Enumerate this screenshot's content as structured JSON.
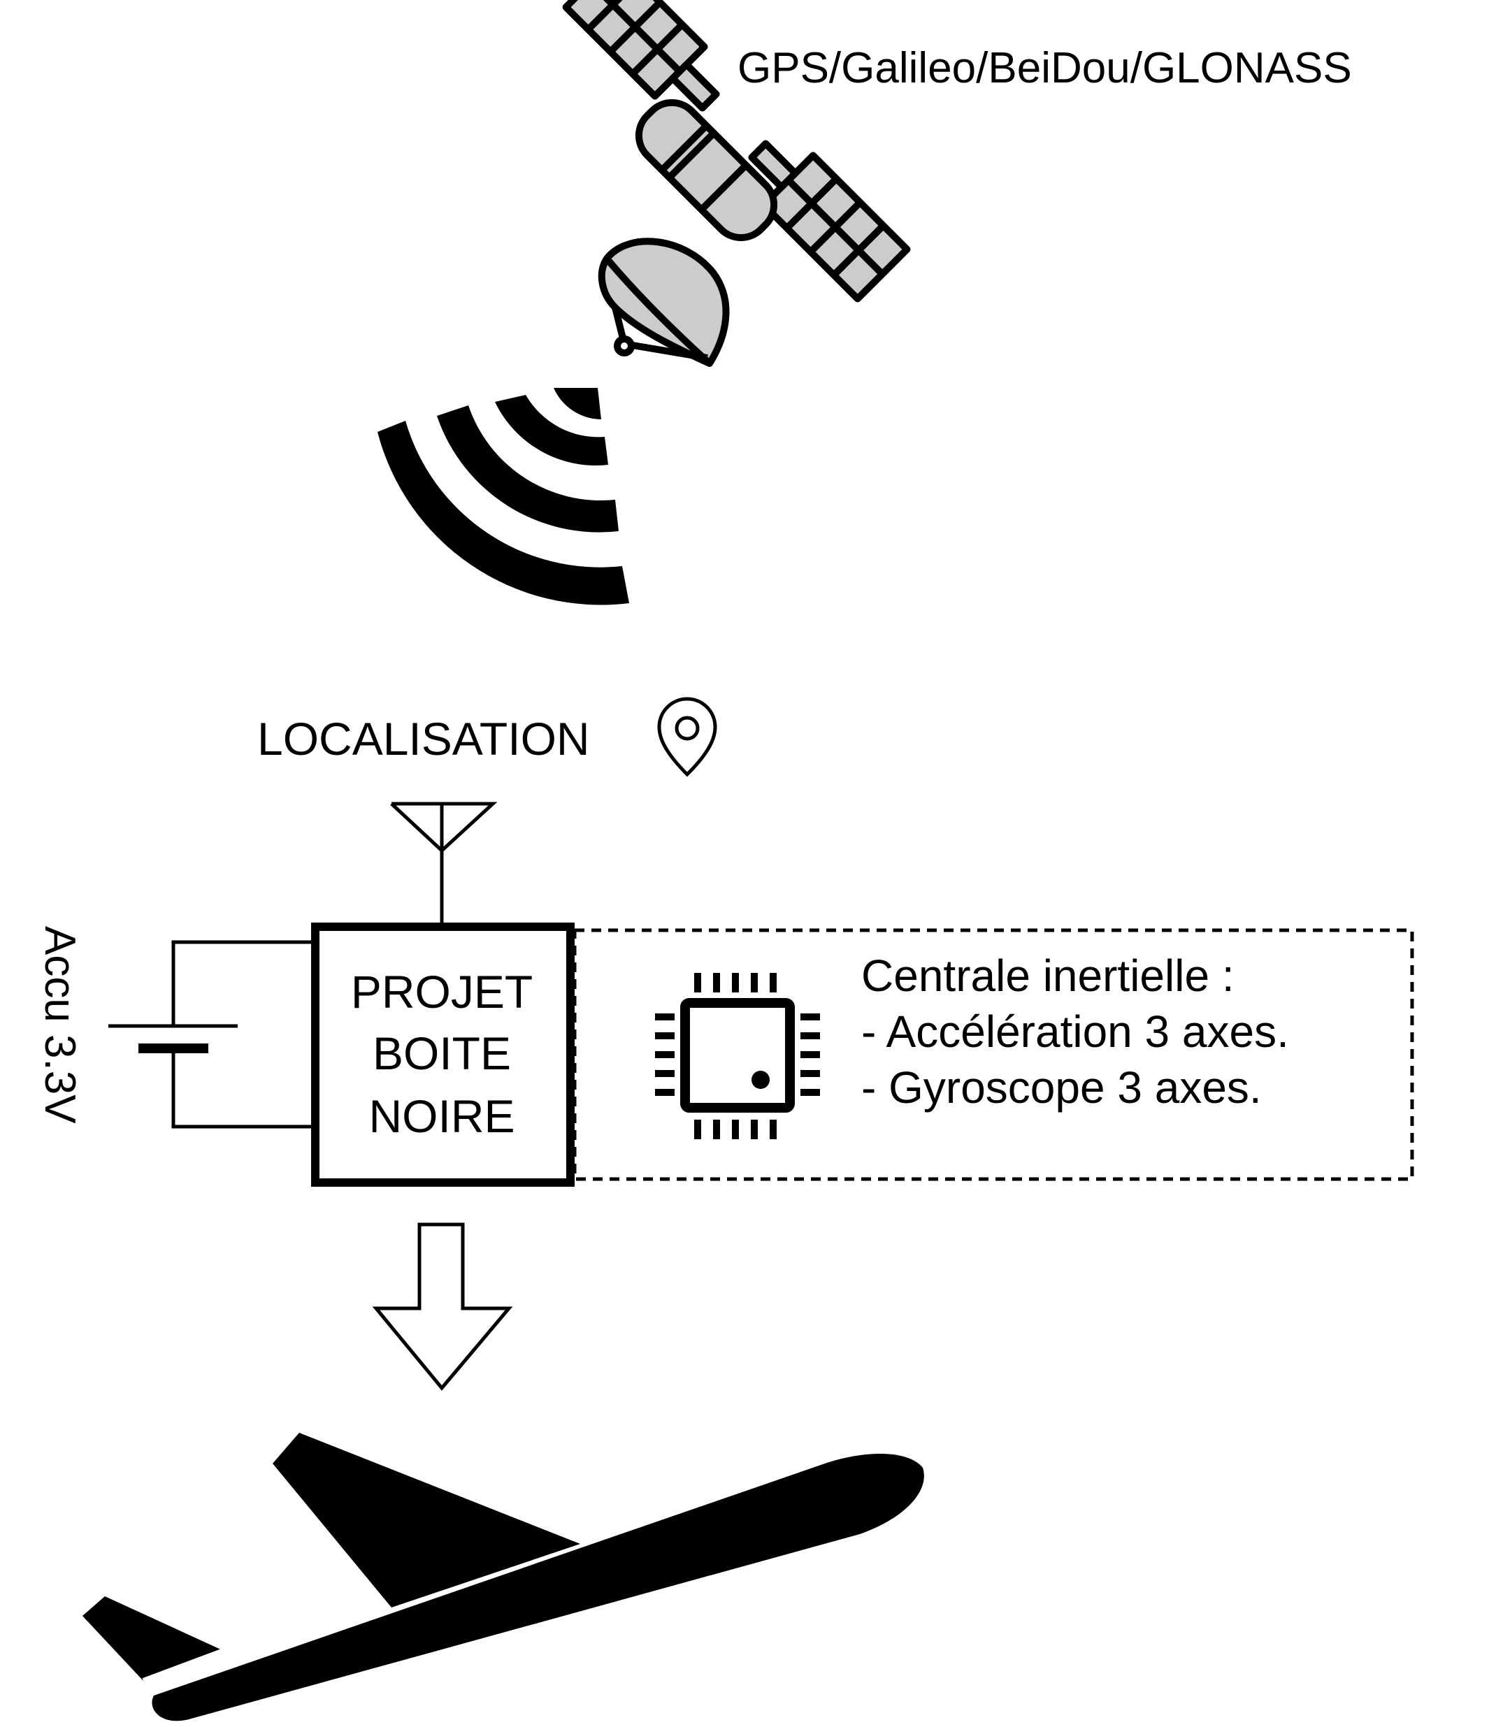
{
  "satellite": {
    "label": "GPS/Galileo/BeiDou/GLONASS",
    "icon": "satellite-icon",
    "body_color": "#cccccc"
  },
  "signal": {
    "icon": "signal-waves-icon"
  },
  "localisation": {
    "label": "LOCALISATION",
    "icon": "map-pin-icon"
  },
  "antenna": {
    "icon": "antenna-icon"
  },
  "battery": {
    "label": "Accu 3.3V",
    "icon": "battery-icon"
  },
  "main_box": {
    "lines": [
      "PROJET",
      "BOITE",
      "NOIRE"
    ]
  },
  "imu": {
    "icon": "chip-icon",
    "title": "Centrale inertielle :",
    "items": [
      "- Accélération 3 axes.",
      "- Gyroscope 3 axes."
    ]
  },
  "arrow": {
    "icon": "down-arrow-icon"
  },
  "airplane": {
    "icon": "airplane-icon"
  }
}
